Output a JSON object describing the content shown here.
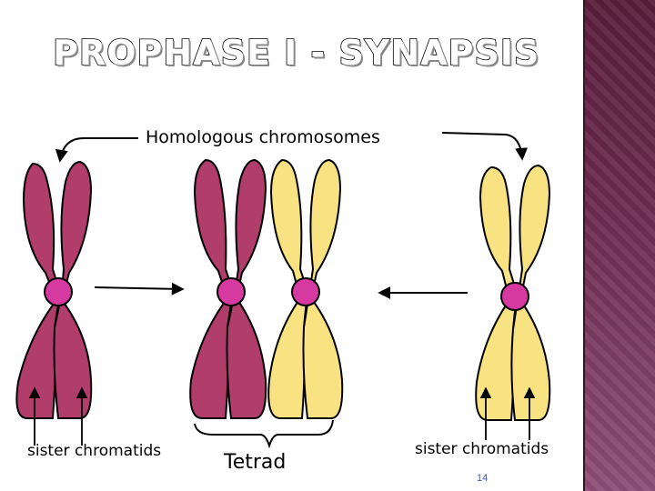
{
  "slide": {
    "title": "PROPHASE I - SYNAPSIS",
    "homologous_label": "Homologous chromosomes",
    "sister_label_left": "sister chromatids",
    "sister_label_right": "sister chromatids",
    "tetrad_label": "Tetrad",
    "page_number": "14"
  },
  "colors": {
    "maternal": "#b13d6b",
    "paternal": "#f8e282",
    "centromere": "#d63aa0",
    "outline": "#000000",
    "sidebar": "#5a1e3c"
  }
}
